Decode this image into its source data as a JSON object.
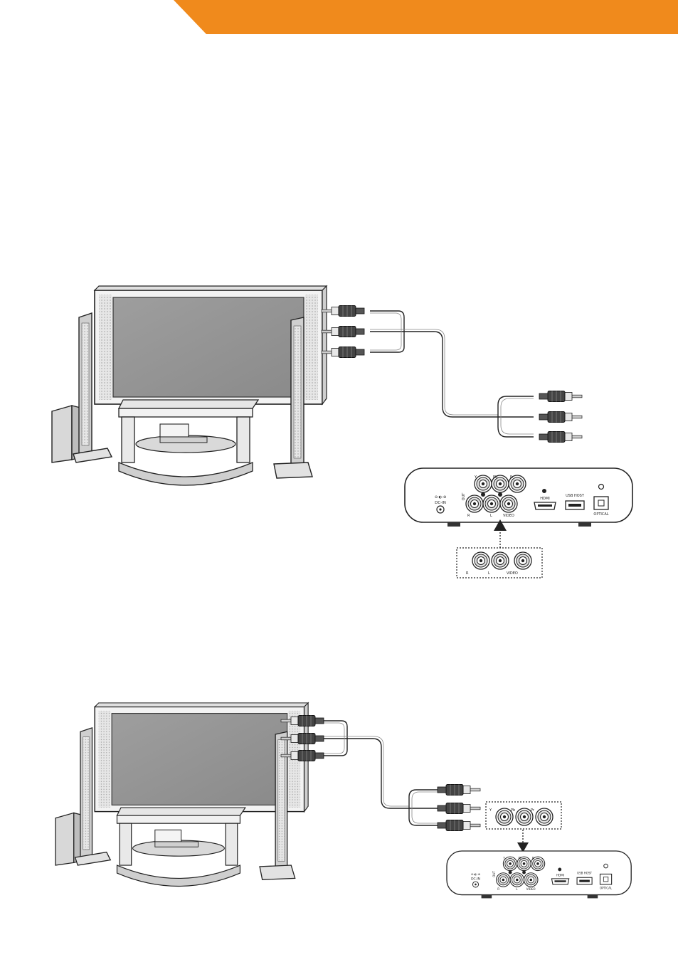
{
  "header": {
    "accent_color": "#f08a1c"
  },
  "diagram1": {
    "device_labels": {
      "dcin": "DC-IN",
      "out": "OUT",
      "y": "Y",
      "pb": "Pb",
      "pr": "Pr",
      "r": "R",
      "l": "L",
      "video": "VIDEO",
      "hdmi": "HDMI",
      "usb": "USB HOST",
      "optical": "OPTICAL"
    },
    "callout_labels": {
      "r": "R",
      "l": "L",
      "video": "VIDEO"
    }
  },
  "diagram2": {
    "device_labels": {
      "dcin": "DC-IN",
      "out": "OUT",
      "y": "Y",
      "pb": "Pb",
      "pr": "Pr",
      "r": "R",
      "l": "L",
      "video": "VIDEO",
      "hdmi": "HDMI",
      "usb": "USB HOST",
      "optical": "OPTICAL"
    },
    "callout_labels": {
      "y": "Y",
      "pb": "Pb",
      "pr": "Pr"
    }
  }
}
